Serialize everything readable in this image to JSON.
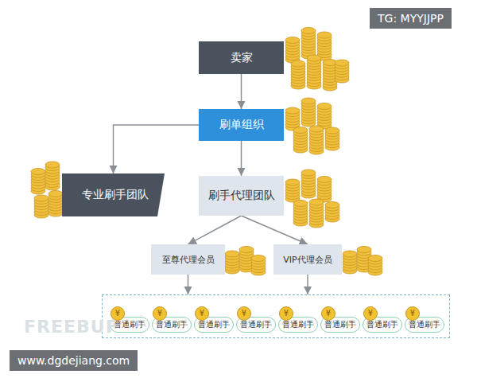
{
  "diagram": {
    "nodes": [
      {
        "text": [
          "卖家"
        ]
      },
      {
        "text": [
          "刷单组织"
        ]
      },
      {
        "text": [
          "专业刷手团队"
        ]
      },
      {
        "text": [
          "刷手代理团队"
        ]
      },
      {
        "text": [
          "至尊代理会员"
        ]
      },
      {
        "text": [
          "VIP代理会员"
        ]
      },
      {
        "text": []
      },
      {
        "text": [
          "普通刷手"
        ],
        "in": 6
      },
      {
        "text": [
          "普通刷手"
        ],
        "in": 6
      },
      {
        "text": [
          "普通刷手"
        ],
        "in": 6
      },
      {
        "text": [
          "普通刷手"
        ],
        "in": 6
      },
      {
        "text": [
          "普通刷手"
        ],
        "in": 6
      },
      {
        "text": [
          "普通刷手"
        ],
        "in": 6
      },
      {
        "text": [
          "普通刷手"
        ],
        "in": 6
      },
      {
        "text": [
          "普通刷手"
        ],
        "in": 6
      }
    ],
    "edges": [
      {
        "from": 0,
        "to": 1,
        "arrow": "to"
      },
      {
        "from": 1,
        "to": 2,
        "arrow": "to"
      },
      {
        "from": 1,
        "to": 3,
        "arrow": "to"
      },
      {
        "from": 3,
        "to": 4,
        "arrow": "to"
      },
      {
        "from": 3,
        "to": 5,
        "arrow": "to"
      },
      {
        "from": 4,
        "to": 6,
        "arrow": "to"
      },
      {
        "from": 5,
        "to": 6,
        "arrow": "to"
      }
    ],
    "labels": [
      "TG: MYYJJPP",
      "www.dgdejiang.com",
      "FREEBUF",
      "¥",
      "¥",
      "¥",
      "¥",
      "¥",
      "¥",
      "¥",
      "¥"
    ]
  }
}
